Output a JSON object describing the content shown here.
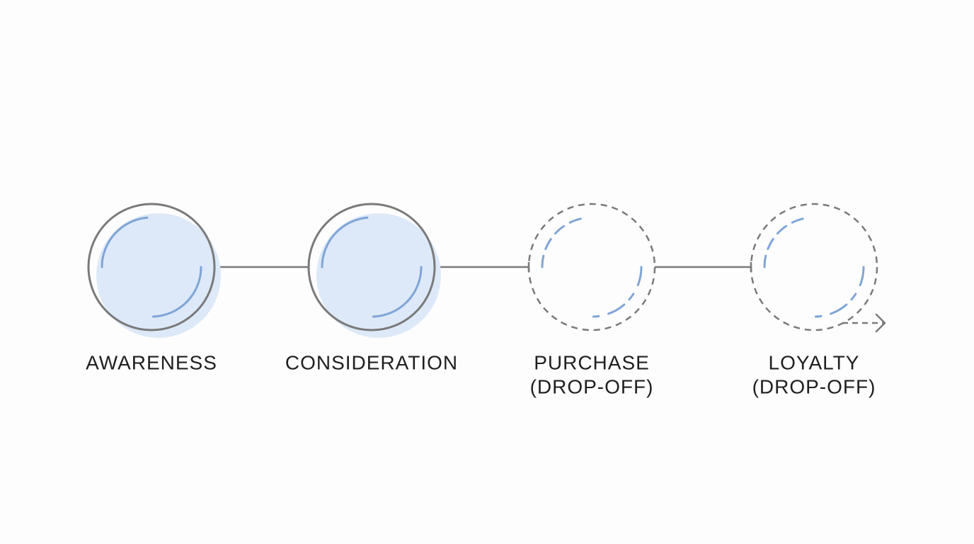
{
  "diagram": {
    "colors": {
      "outline": "#7a7a7a",
      "fill": "#dde9f8",
      "arc": "#7fa5d6",
      "text": "#1f1f1f",
      "background": "#fdfdfd"
    },
    "stages": [
      {
        "label_lines": [
          "AWARENESS"
        ],
        "style": "solid"
      },
      {
        "label_lines": [
          "CONSIDERATION"
        ],
        "style": "solid"
      },
      {
        "label_lines": [
          "PURCHASE",
          "(DROP-OFF)"
        ],
        "style": "dashed"
      },
      {
        "label_lines": [
          "LOYALTY",
          "(DROP-OFF)"
        ],
        "style": "dashed"
      }
    ],
    "exit_arrow": {
      "style": "dashed",
      "icon": "arrow-right-icon"
    }
  }
}
